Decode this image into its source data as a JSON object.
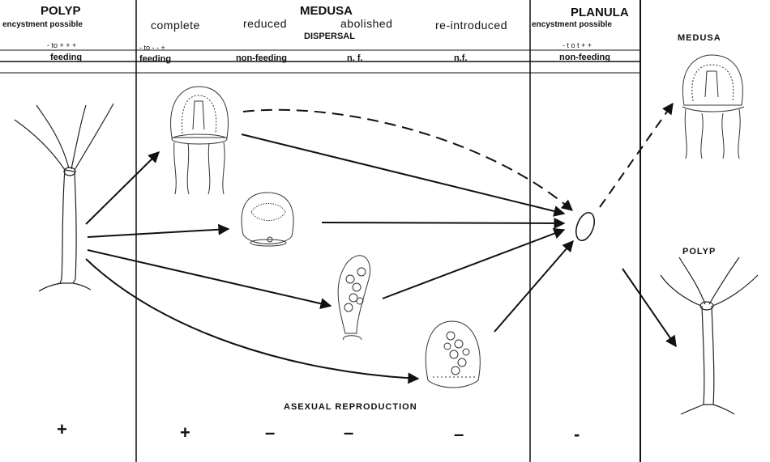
{
  "header": {
    "polyp": "POLYP",
    "polyp_sub": "encystment possible",
    "polyp_range": "- to + + +",
    "polyp_feed": "feeding",
    "medusa": "MEDUSA",
    "cols": [
      "complete",
      "reduced",
      "abolished",
      "re-introduced"
    ],
    "dispersal": "DISPERSAL",
    "medusa_range": "- to - - +",
    "feeds": [
      "feeding",
      "non-feeding",
      "n. f.",
      "n.f."
    ],
    "planula": "PLANULA",
    "planula_sub": "encystment possible",
    "planula_range": "- t o t + +",
    "planula_feed": "non-feeding"
  },
  "labels": {
    "asexual": "ASEXUAL REPRODUCTION",
    "right_medusa": "MEDUSA",
    "right_polyp": "POLYP"
  },
  "signs": [
    "+",
    "+",
    "–",
    "–",
    "–",
    "-"
  ]
}
